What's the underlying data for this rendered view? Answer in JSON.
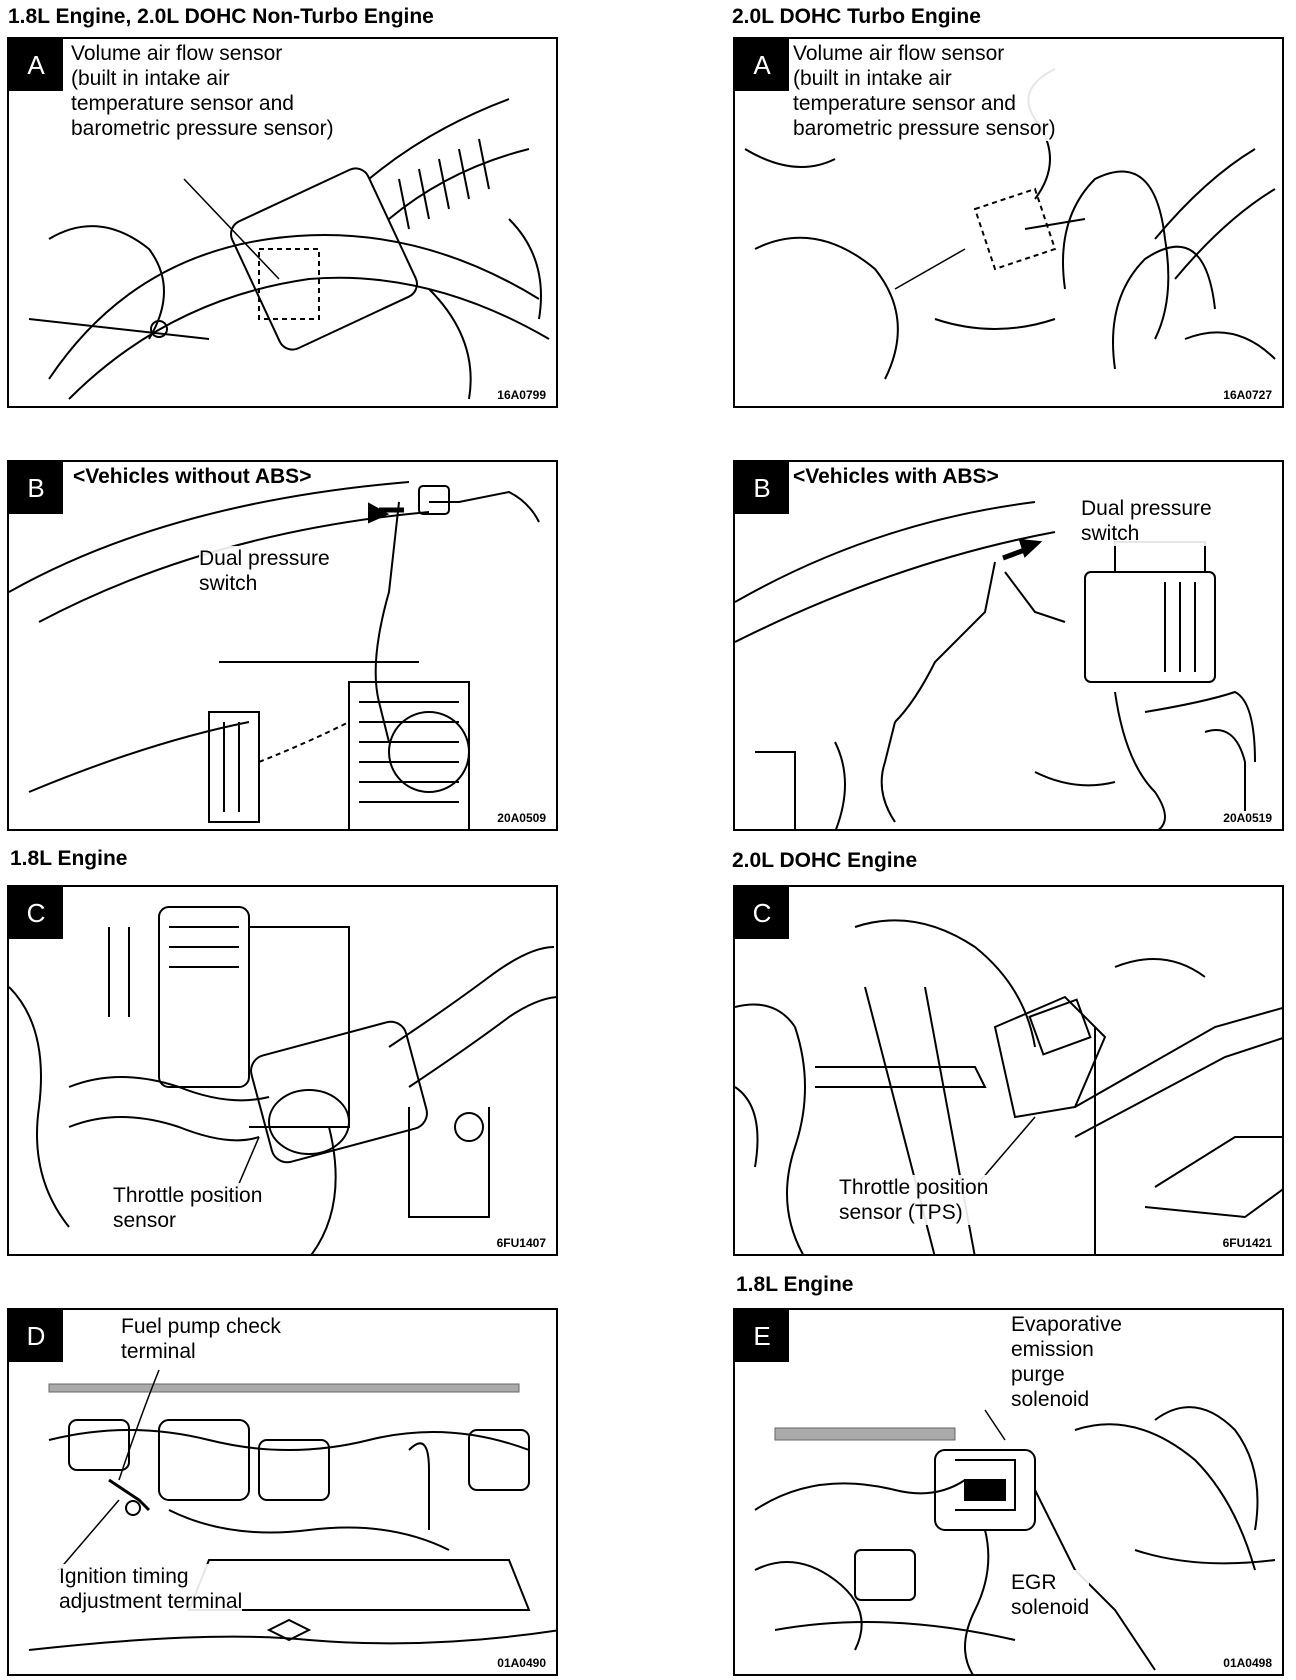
{
  "headings": {
    "top_left": "1.8L Engine, 2.0L DOHC Non-Turbo Engine",
    "top_right": "2.0L DOHC Turbo Engine",
    "mid_left": "1.8L Engine",
    "mid_right": "2.0L DOHC Engine",
    "bottom_right": "1.8L Engine"
  },
  "panels": {
    "a_left": {
      "letter": "A",
      "label": "Volume air flow sensor\n(built in intake air\ntemperature sensor and\nbarometric pressure sensor)",
      "code": "16A0799"
    },
    "a_right": {
      "letter": "A",
      "label": "Volume air flow sensor\n(built in intake air\ntemperature sensor and\nbarometric pressure sensor)",
      "code": "16A0727"
    },
    "b_left": {
      "letter": "B",
      "title": "<Vehicles without ABS>",
      "label": "Dual pressure\nswitch",
      "code": "20A0509"
    },
    "b_right": {
      "letter": "B",
      "title": "<Vehicles with ABS>",
      "label": "Dual pressure\nswitch",
      "code": "20A0519"
    },
    "c_left": {
      "letter": "C",
      "label": "Throttle position\nsensor",
      "code": "6FU1407"
    },
    "c_right": {
      "letter": "C",
      "label": "Throttle position\nsensor (TPS)",
      "code": "6FU1421"
    },
    "d": {
      "letter": "D",
      "label_top": "Fuel pump check\nterminal",
      "label_bottom": "Ignition timing\nadjustment terminal",
      "code": "01A0490"
    },
    "e": {
      "letter": "E",
      "label_top": "Evaporative\nemission\npurge\nsolenoid",
      "label_bottom": "EGR\nsolenoid",
      "code": "01A0498"
    }
  }
}
